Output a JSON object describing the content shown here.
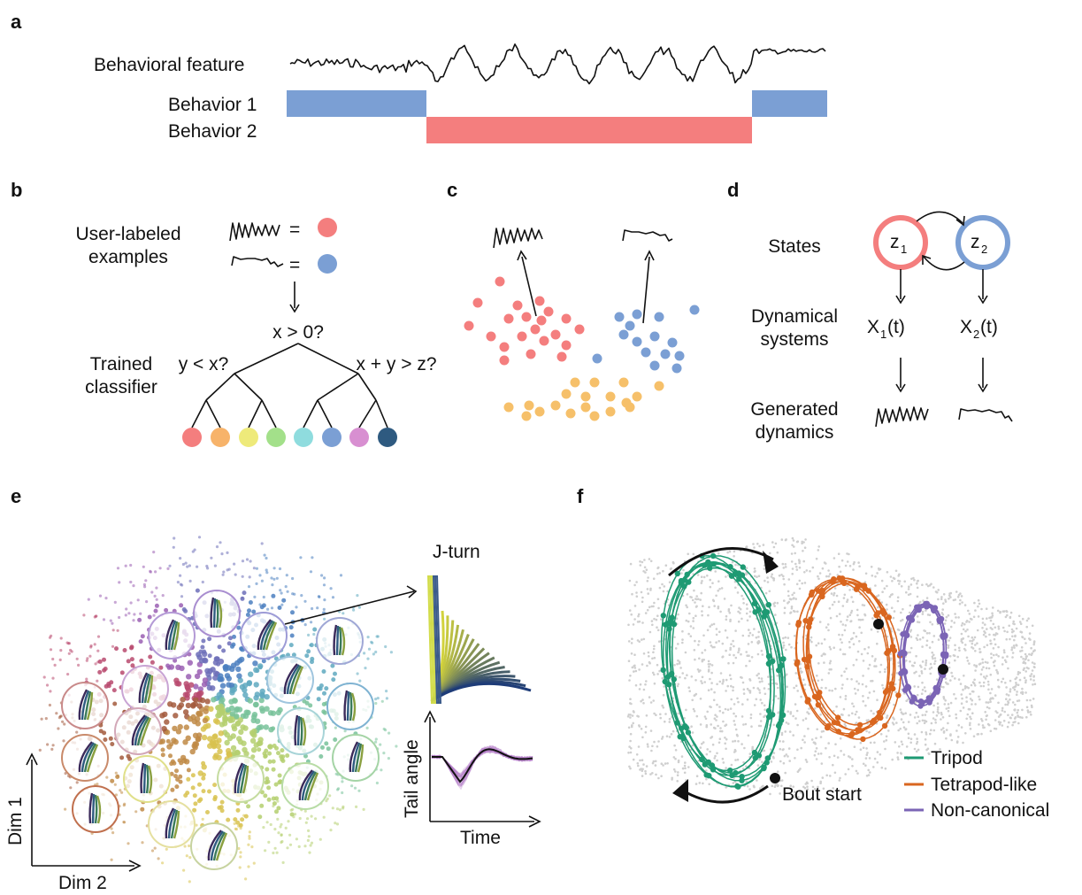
{
  "panels": {
    "a": {
      "label": "a",
      "feature_label": "Behavioral feature",
      "behavior1_label": "Behavior 1",
      "behavior2_label": "Behavior 2",
      "colors": {
        "behavior1": "#7b9fd4",
        "behavior2": "#f47e7e"
      }
    },
    "b": {
      "label": "b",
      "examples_label_line1": "User-labeled",
      "examples_label_line2": "examples",
      "equals": "=",
      "root_rule": "x > 0?",
      "left_rule": "y < x?",
      "right_rule": "x + y > z?",
      "classifier_label_line1": "Trained",
      "classifier_label_line2": "classifier",
      "leaf_colors": [
        "#f47e7e",
        "#f7b36a",
        "#eeea7a",
        "#a3e08a",
        "#8fdcde",
        "#7b9fd4",
        "#d88fd1",
        "#2e5a80"
      ]
    },
    "c": {
      "label": "c"
    },
    "d": {
      "label": "d",
      "states_label": "States",
      "state1_main": "z",
      "state1_sub": "1",
      "state2_main": "z",
      "state2_sub": "2",
      "dyn_label_line1": "Dynamical",
      "dyn_label_line2": "systems",
      "x1_main": "X",
      "x1_sub": "1",
      "x1_tail": "(t)",
      "x2_main": "X",
      "x2_sub": "2",
      "x2_tail": "(t)",
      "gen_label_line1": "Generated",
      "gen_label_line2": "dynamics"
    },
    "e": {
      "label": "e",
      "jturn_label": "J-turn",
      "axis_y_label": "Dim 1",
      "axis_x_label": "Dim 2",
      "inset_y_label": "Tail angle",
      "inset_x_label": "Time"
    },
    "f": {
      "label": "f",
      "bout_start_label": "Bout start",
      "legend": [
        {
          "name": "Tripod",
          "color": "#1e9a73"
        },
        {
          "name": "Tetrapod-like",
          "color": "#d9661f"
        },
        {
          "name": "Non-canonical",
          "color": "#7b64b5"
        }
      ]
    }
  }
}
